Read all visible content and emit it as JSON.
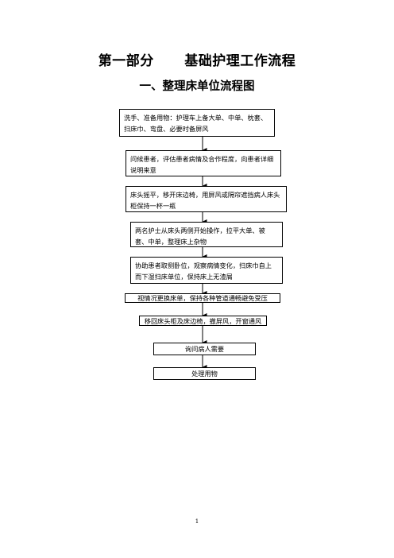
{
  "document": {
    "title": "第一部分      基础护理工作流程",
    "section_title": "一、整理床单位流程图",
    "page_number": "1"
  },
  "flowchart": {
    "steps": [
      "洗手、准备用物：护理车上备大单、中单、枕套、扫床巾、弯盘、必要时备屏风",
      "问候患者，评估患者病情及合作程度，向患者详细说明来意",
      "床头摇平，移开床边椅，用屏风或隔帘遮挡病人床头柜保持一杯一瓶",
      "两名护士从床头两侧开始操作，拉平大单、被套、中单，整理床上杂物",
      "协助患者取侧卧位，观察病情变化，扫床巾自上而下湿扫床单位，保持床上无渣屑",
      "视情况更换床单，保持各种管道通畅避免受压",
      "移回床头柜及床边椅，撤屏风，开窗通风",
      "询问病人需要",
      "处理用物"
    ]
  }
}
